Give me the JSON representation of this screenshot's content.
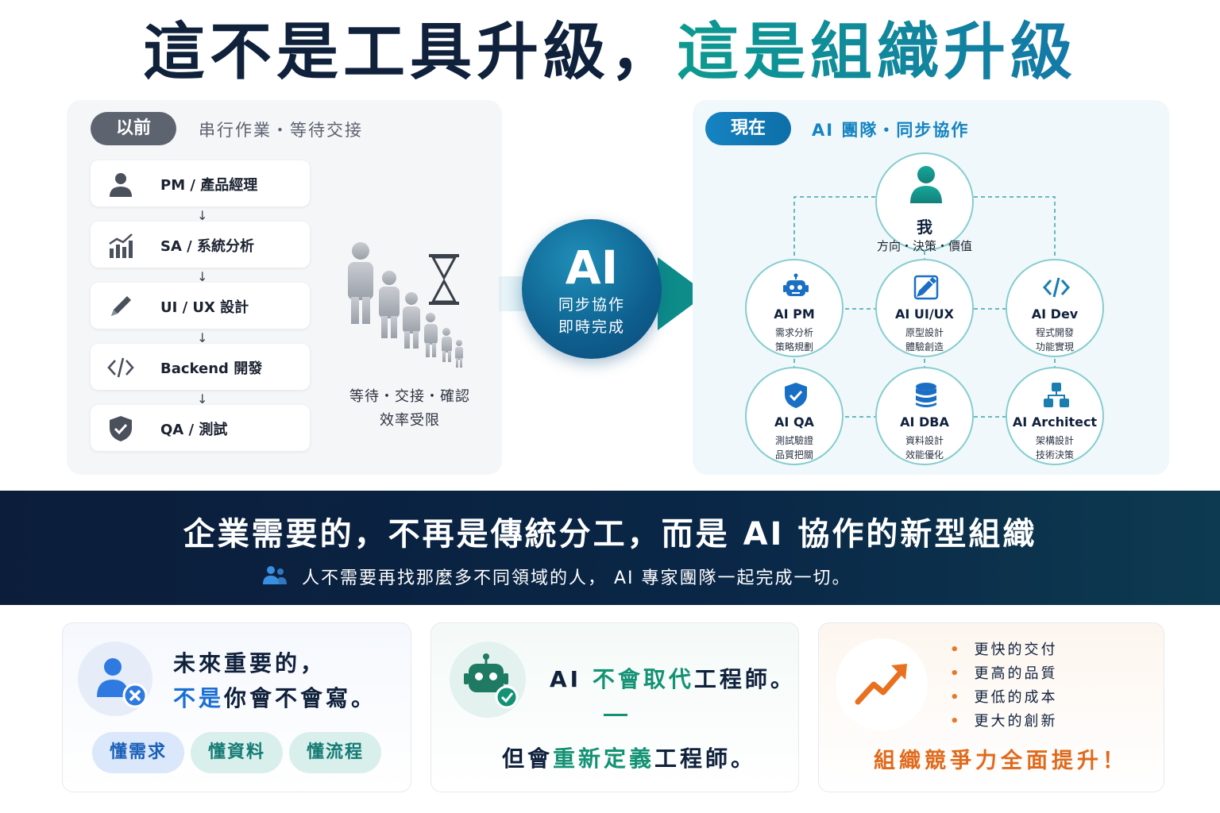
{
  "title": {
    "part1": "這不是工具升級，",
    "part2": "這是組織升級"
  },
  "left_panel": {
    "pill": "以前",
    "subtitle": "串行作業・等待交接",
    "steps": [
      {
        "icon": "person-icon",
        "label": "PM / 產品經理"
      },
      {
        "icon": "bar-chart-icon",
        "label": "SA / 系統分析"
      },
      {
        "icon": "pencil-icon",
        "label": "UI / UX 設計"
      },
      {
        "icon": "code-icon",
        "label": "Backend 開發"
      },
      {
        "icon": "shield-check-icon",
        "label": "QA / 測試"
      }
    ],
    "arrow": "↓",
    "wait_line1": "等待・交接・確認",
    "wait_line2": "效率受限"
  },
  "center": {
    "big": "AI",
    "line1": "同步協作",
    "line2": "即時完成"
  },
  "right_panel": {
    "pill": "現在",
    "subtitle": "AI 團隊・同步協作",
    "me": {
      "title": "我",
      "sub": "方向・決策・價值"
    },
    "nodes": [
      {
        "icon": "robot-icon",
        "title": "AI PM",
        "sub1": "需求分析",
        "sub2": "策略規劃"
      },
      {
        "icon": "design-pencil-icon",
        "title": "AI UI/UX",
        "sub1": "原型設計",
        "sub2": "體驗創造"
      },
      {
        "icon": "code-icon",
        "title": "AI Dev",
        "sub1": "程式開發",
        "sub2": "功能實現"
      },
      {
        "icon": "shield-check-icon",
        "title": "AI QA",
        "sub1": "測試驗證",
        "sub2": "品質把關"
      },
      {
        "icon": "database-icon",
        "title": "AI DBA",
        "sub1": "資料設計",
        "sub2": "效能優化"
      },
      {
        "icon": "architecture-icon",
        "title": "AI Architect",
        "sub1": "架構設計",
        "sub2": "技術決策"
      }
    ]
  },
  "banner": {
    "title": "企業需要的，不再是傳統分工，而是 AI 協作的新型組織",
    "subtitle": "人不需要再找那麼多不同領域的人， AI 專家團隊一起完成一切。"
  },
  "card1": {
    "line1": "未來重要的，",
    "line2_highlight": "不是",
    "line2_rest": "你會不會寫。",
    "chips": [
      "懂需求",
      "懂資料",
      "懂流程"
    ]
  },
  "card2": {
    "line1_a": "AI ",
    "line1_highlight": "不會取代",
    "line1_b": "工程師。",
    "line2_a": "但會",
    "line2_highlight": "重新定義",
    "line2_b": "工程師。"
  },
  "card3": {
    "bullet": "•",
    "items": [
      "更快的交付",
      "更高的品質",
      "更低的成本",
      "更大的創新"
    ],
    "final": "組織競爭力全面提升！"
  },
  "colors": {
    "navy": "#10213c",
    "teal": "#0d9a8f",
    "blue": "#1683c2",
    "orange": "#e06a1c",
    "green": "#149274"
  }
}
